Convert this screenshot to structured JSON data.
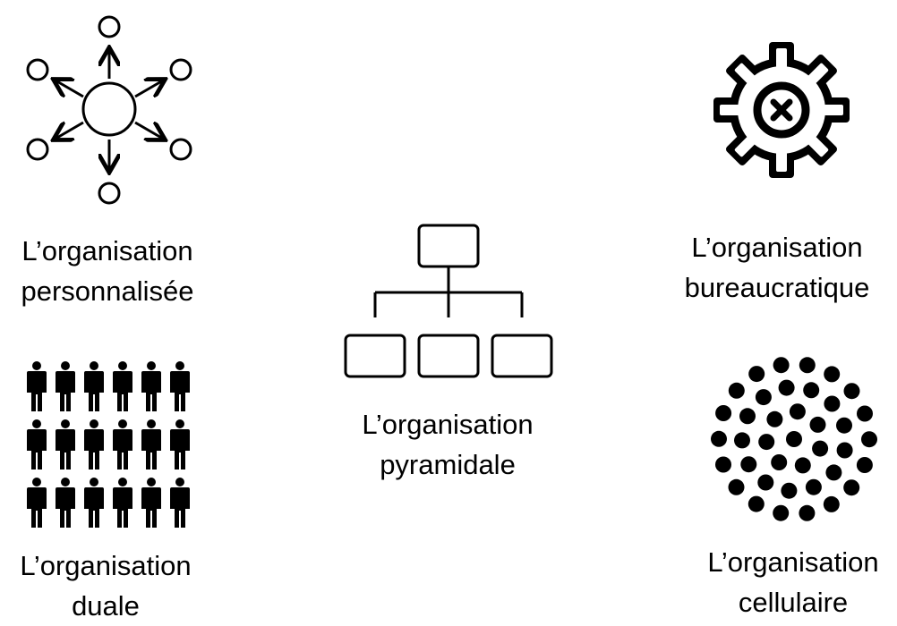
{
  "items": [
    {
      "id": "personnalisee",
      "icon": "network-hub-icon",
      "line1": "L’organisation",
      "line2": "personnalisée"
    },
    {
      "id": "pyramidale",
      "icon": "org-chart-icon",
      "line1": "L’organisation",
      "line2": "pyramidale"
    },
    {
      "id": "bureaucratique",
      "icon": "gear-cross-icon",
      "line1": "L’organisation",
      "line2": "bureaucratique"
    },
    {
      "id": "duale",
      "icon": "people-grid-icon",
      "line1": "L’organisation",
      "line2": "duale"
    },
    {
      "id": "cellulaire",
      "icon": "dot-cluster-icon",
      "line1": "L’organisation",
      "line2": "cellulaire"
    }
  ],
  "colors": {
    "ink": "#000000",
    "background": "#ffffff"
  }
}
